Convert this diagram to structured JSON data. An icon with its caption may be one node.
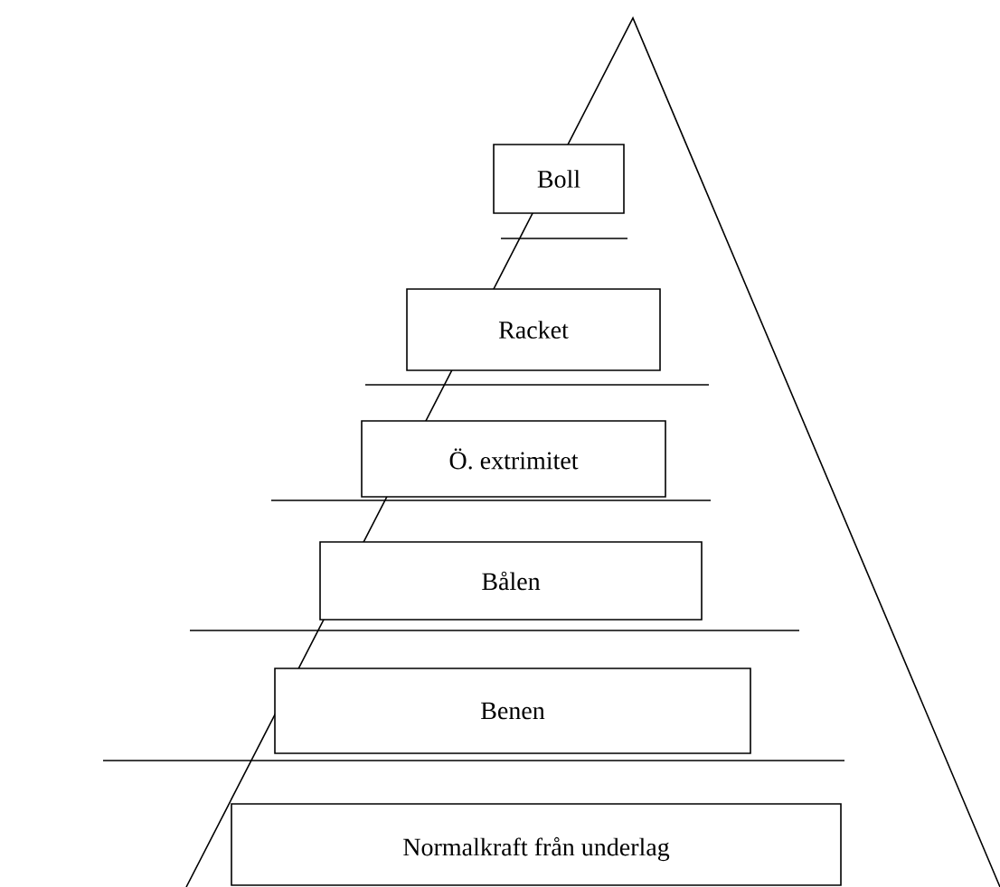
{
  "diagram": {
    "nodes": [
      {
        "text": [
          "Boll"
        ]
      },
      {
        "text": [
          "Racket"
        ]
      },
      {
        "text": [
          "Ö. extrimitet"
        ]
      },
      {
        "text": [
          "Bålen"
        ]
      },
      {
        "text": [
          "Benen"
        ]
      },
      {
        "text": [
          "Normalkraft från underlag"
        ]
      }
    ]
  }
}
